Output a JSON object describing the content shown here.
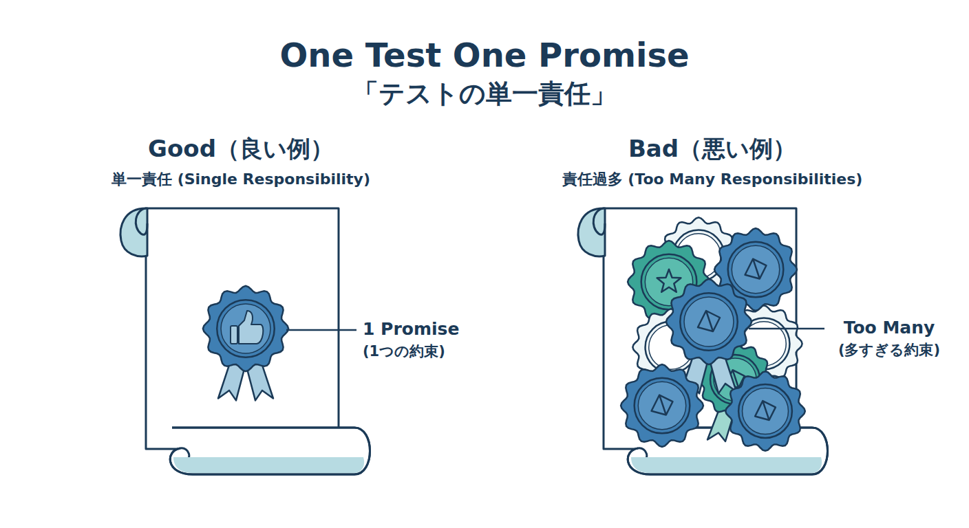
{
  "diagram": {
    "title": "One Test One Promise",
    "labels": [
      "「テストの単一責任」",
      "Good（良い例）",
      "単一責任 (Single Responsibility)",
      "Bad（悪い例）",
      "責任過多 (Too Many Responsibilities)",
      "1 Promise",
      "(1つの約束)",
      "Too Many",
      "(多すぎる約束)"
    ]
  }
}
